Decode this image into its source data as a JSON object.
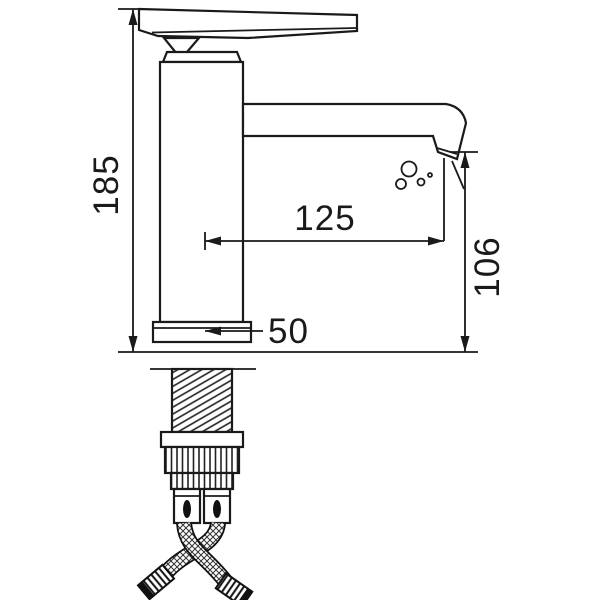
{
  "colors": {
    "line": "#1a1a1a",
    "background": "#ffffff"
  },
  "dimensions": {
    "overall_height_mm": "185",
    "spout_reach_mm": "125",
    "spout_height_mm": "106",
    "body_width_mm": "50"
  }
}
